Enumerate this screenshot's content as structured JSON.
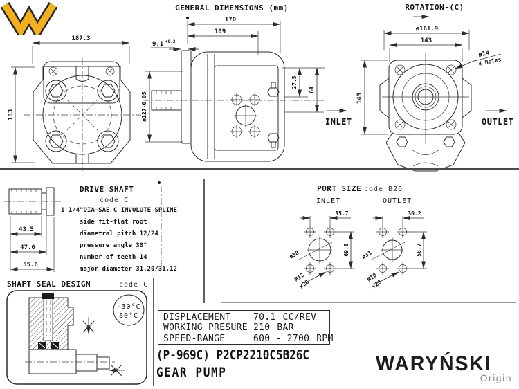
{
  "front_view": {
    "width": "187.3",
    "height": "183"
  },
  "side_view": {
    "title": "GENERAL DIMENSIONS (mm)",
    "dim_total_length": "170",
    "dim_body_length": "109",
    "dim_pilot_depth": "9.1",
    "dim_pilot_tol": "+0.3",
    "dim_pilot_dia": "ø127-0.05",
    "dim_port_offset": "27.5",
    "dim_port_height": "64"
  },
  "rotation_view": {
    "title": "ROTATION-(C)",
    "dim_outer_dia": "ø161.9",
    "dim_bolt_h": "143",
    "dim_bolt_v": "143",
    "holes_dia": "ø14",
    "holes_note": "4 Holes",
    "inlet": "INLET",
    "outlet": "OUTLET"
  },
  "drive_shaft": {
    "title": "DRIVE SHAFT",
    "code": "code C",
    "dims": [
      "43.5",
      "47.6",
      "55.6"
    ],
    "specs": [
      "1 1/4\"DIA-SAE C  INVOLUTE SPLINE",
      "side fit-flat root",
      "diametral pitch  12/24",
      "pressure angle  30°",
      "number of teeth  14",
      "major diameter  31.20/31.12"
    ]
  },
  "port_size": {
    "title": "PORT SIZE",
    "code": "code B26",
    "inlet_label": "INLET",
    "outlet_label": "OUTLET",
    "inlet": {
      "width": "35.7",
      "height": "69.8",
      "dia": "ø38",
      "thread": "M12",
      "depth": "x28"
    },
    "outlet": {
      "width": "30.2",
      "height": "58.7",
      "dia": "ø31",
      "thread": "M10",
      "depth": "x28"
    }
  },
  "shaft_seal": {
    "title": "SHAFT SEAL DESIGN",
    "code": "code C",
    "temp_min": "-30°C",
    "temp_max": "80°C"
  },
  "spec_table": {
    "rows": [
      {
        "label": "DISPLACEMENT",
        "value": "70.1",
        "unit": "CC/REV"
      },
      {
        "label": "WORKING PRESURE",
        "value": "210",
        "unit": "BAR"
      },
      {
        "label": "SPEED-RANGE",
        "value": "600 - 2700",
        "unit": "RPM"
      }
    ]
  },
  "footer": {
    "model": "(P-969C) P2CP2210C5B26C",
    "product": "GEAR PUMP"
  },
  "logo": {
    "brand": "WARYŃSKI",
    "tagline": "Origin"
  },
  "colors": {
    "line": "#2b2b2b",
    "logo_yellow": "#F2B01E",
    "logo_dark": "#23242c",
    "logo_text": "#1d1d1b",
    "tagline_gray": "#8a8a8a"
  }
}
